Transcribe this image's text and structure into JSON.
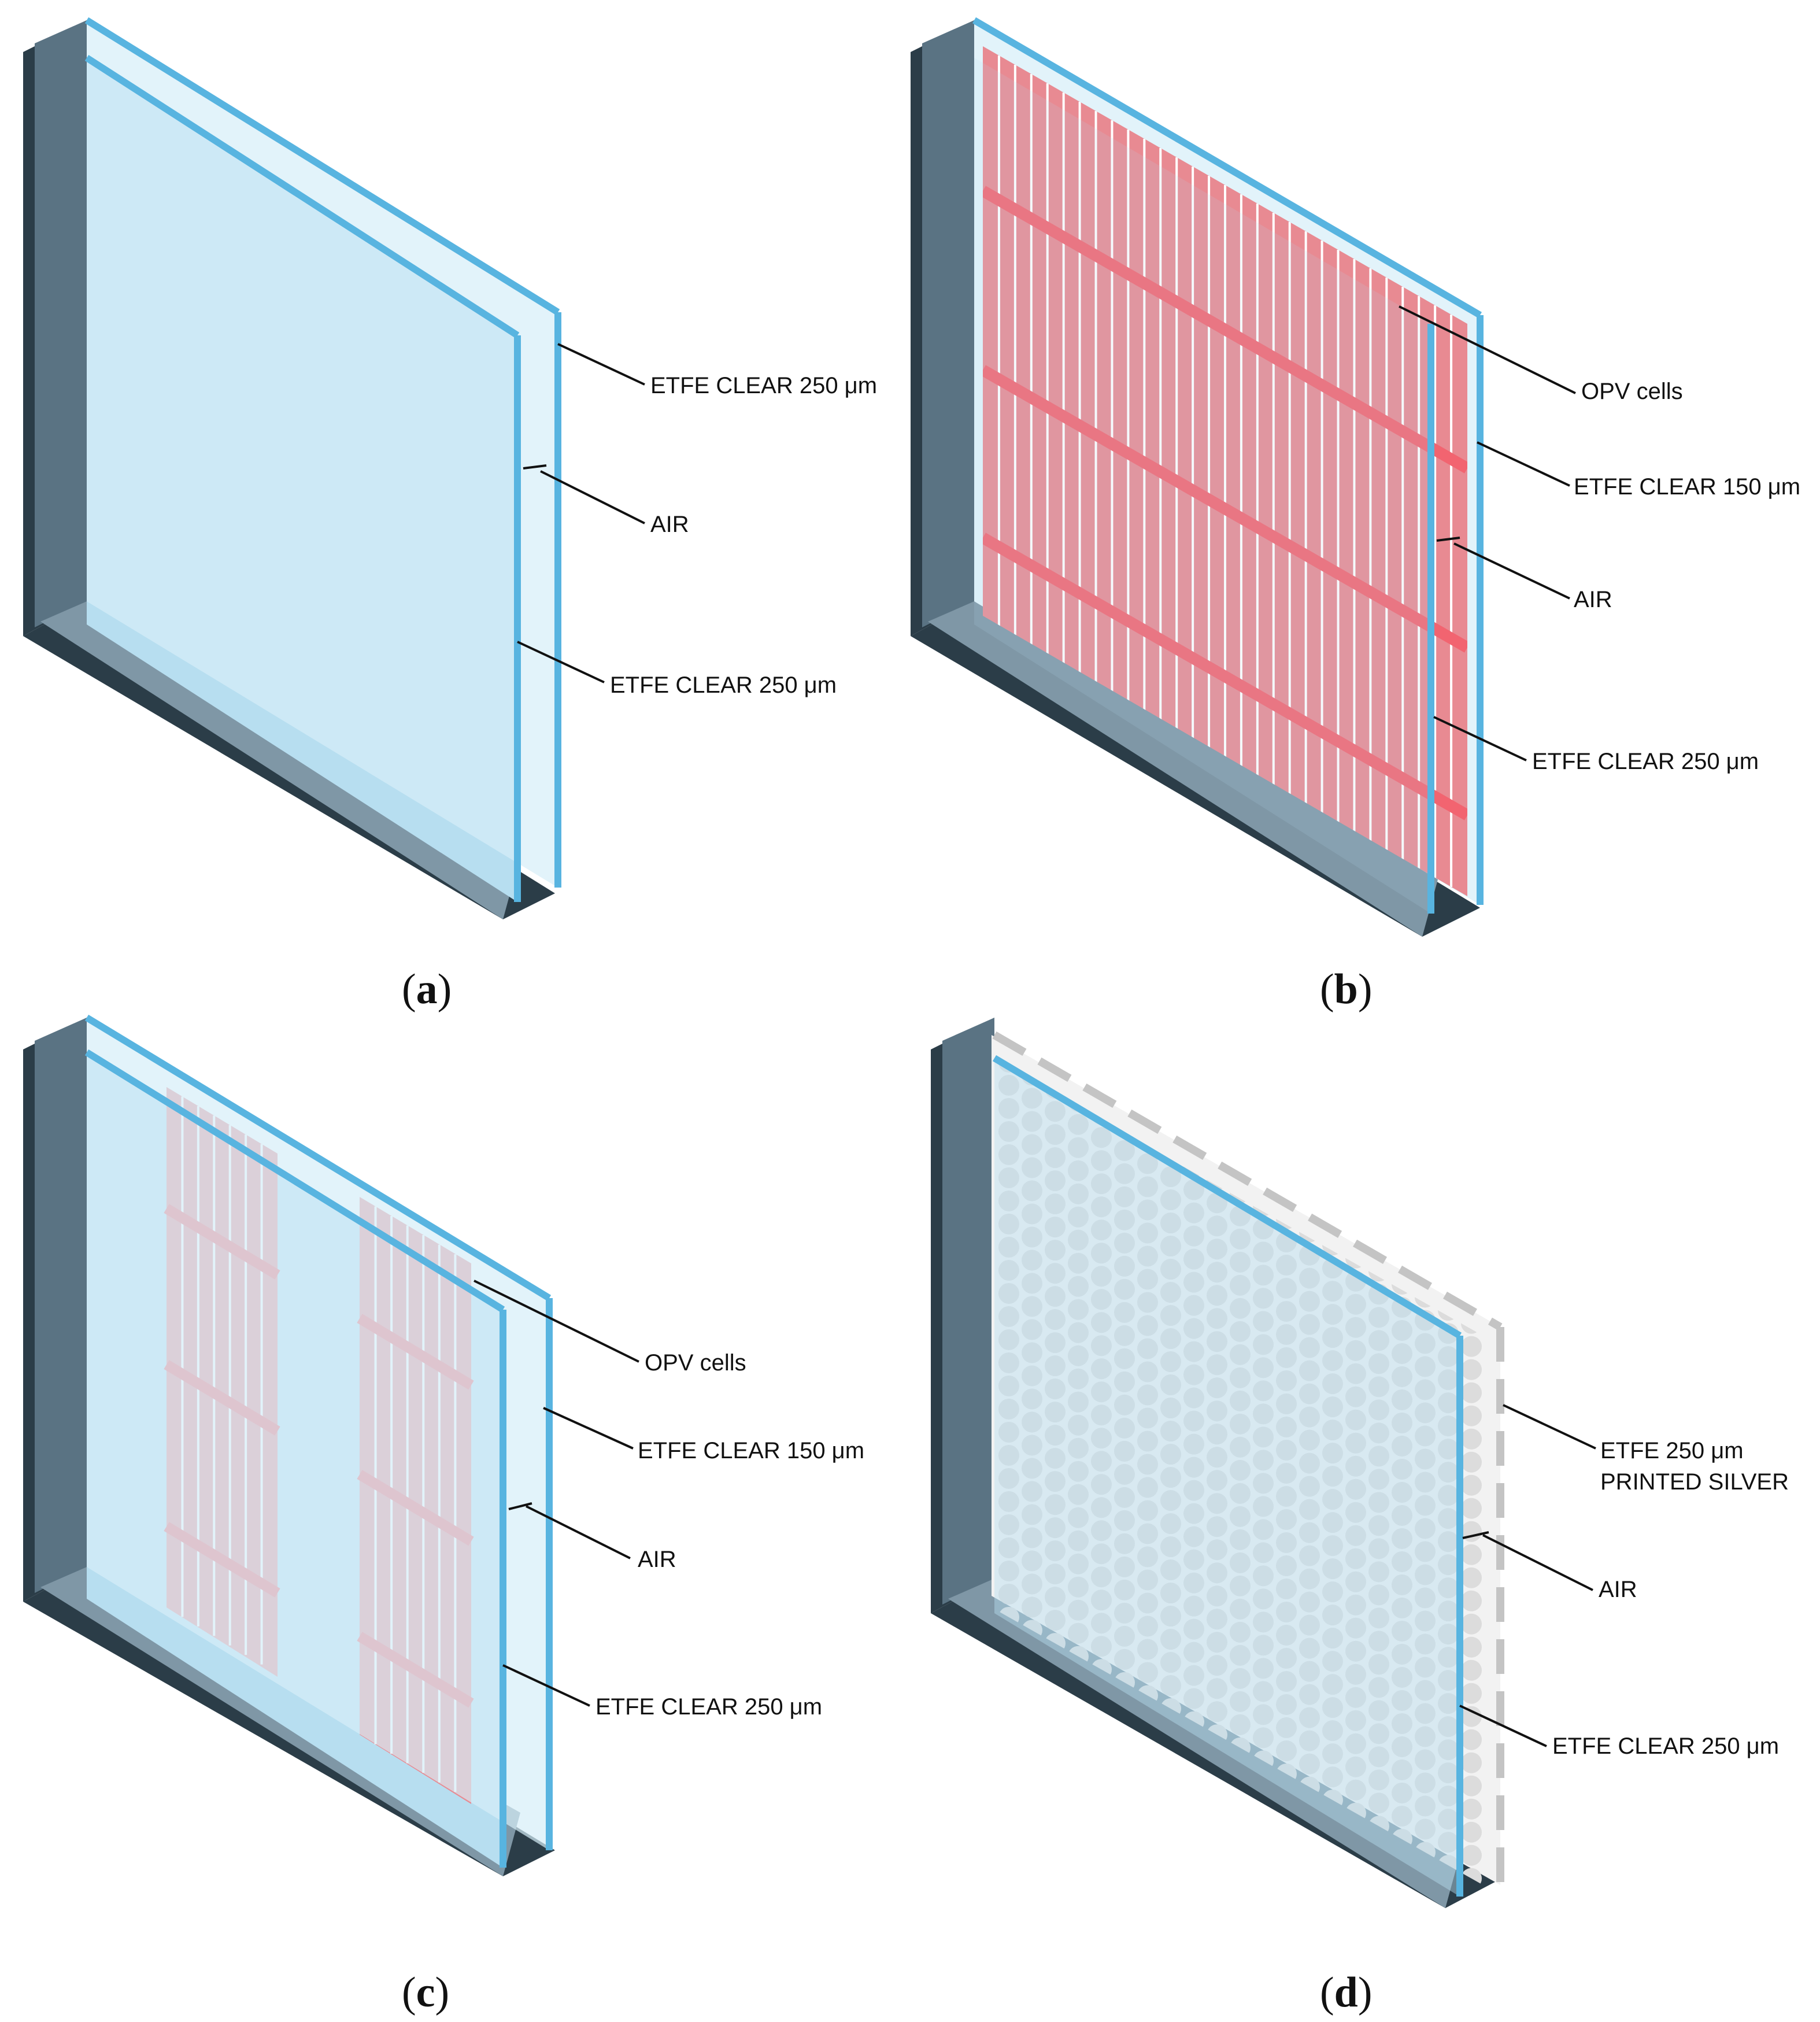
{
  "colors": {
    "frame_dark": "#2b3d48",
    "frame_mid": "#5a7383",
    "frame_light": "#7f97a6",
    "film_edge": "#58b4e0",
    "film_fill": "#b7def0",
    "film_front": "#d6eef8",
    "opv": "#e88a92",
    "opv_bus": "#f26470",
    "silver_dot": "#dcdcdc",
    "silver_edge": "#c4c4c4"
  },
  "panels": [
    {
      "caption_open": "(",
      "caption_letter": "a",
      "caption_close": ")",
      "labels": [
        "ETFE CLEAR 250 μm",
        "AIR",
        "ETFE CLEAR 250 μm"
      ]
    },
    {
      "caption_open": "(",
      "caption_letter": "b",
      "caption_close": ")",
      "labels": [
        "OPV cells",
        "ETFE CLEAR 150 μm",
        "AIR",
        "ETFE CLEAR 250 μm"
      ]
    },
    {
      "caption_open": "(",
      "caption_letter": "c",
      "caption_close": ")",
      "labels": [
        "OPV cells",
        "ETFE CLEAR 150 μm",
        "AIR",
        "ETFE CLEAR 250 μm"
      ]
    },
    {
      "caption_open": "(",
      "caption_letter": "d",
      "caption_close": ")",
      "labels": [
        "ETFE  250 μm",
        "PRINTED SILVER",
        "AIR",
        "ETFE CLEAR 250 μm"
      ]
    }
  ]
}
